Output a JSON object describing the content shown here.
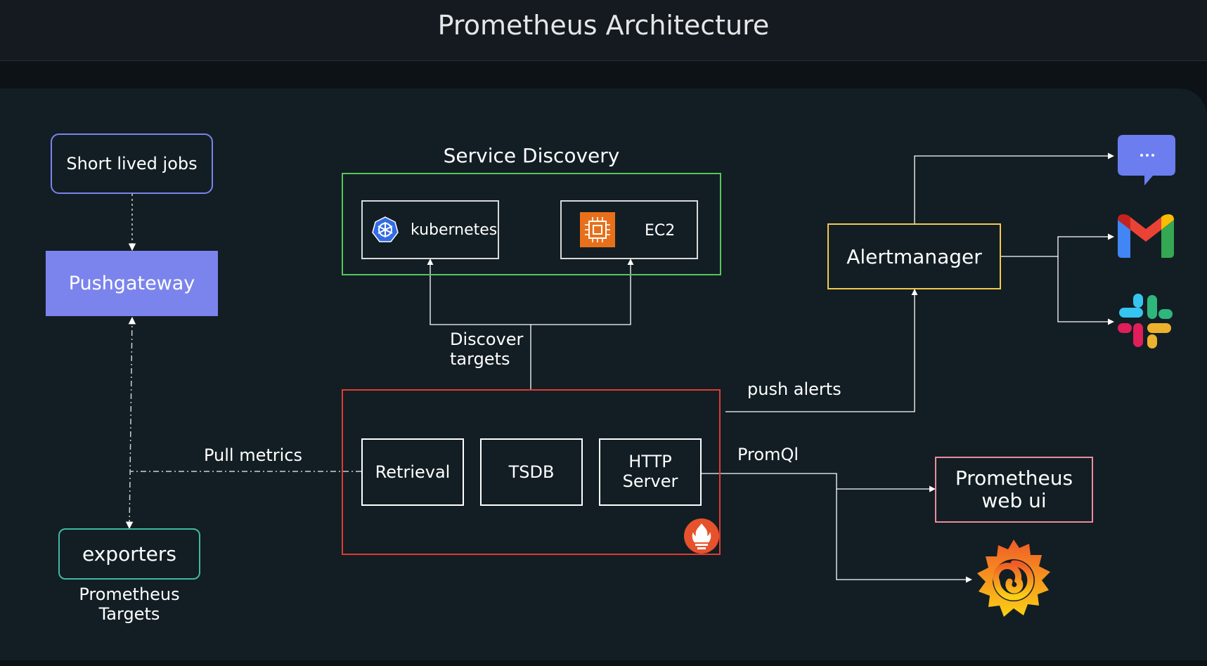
{
  "title": "Prometheus Architecture",
  "nodes": {
    "short_lived_jobs": "Short lived jobs",
    "pushgateway": "Pushgateway",
    "exporters": "exporters",
    "service_discovery": "Service Discovery",
    "kubernetes": "kubernetes",
    "ec2": "EC2",
    "retrieval": "Retrieval",
    "tsdb": "TSDB",
    "http_server_line1": "HTTP",
    "http_server_line2": "Server",
    "alertmanager": "Alertmanager",
    "prometheus_web_ui_line1": "Prometheus",
    "prometheus_web_ui_line2": "web ui"
  },
  "labels": {
    "prometheus_targets_line1": "Prometheus",
    "prometheus_targets_line2": "Targets",
    "discover_targets_line1": "Discover",
    "discover_targets_line2": "targets",
    "pull_metrics": "Pull metrics",
    "push_alerts": "push alerts",
    "promql": "PromQl"
  },
  "icons": {
    "kubernetes": "kubernetes-icon",
    "ec2": "ec2-chip-icon",
    "prometheus": "prometheus-logo-icon",
    "chat": "chat-bubble-icon",
    "gmail": "gmail-icon",
    "slack": "slack-icon",
    "grafana": "grafana-icon"
  },
  "colors": {
    "background": "#121e24",
    "pushgateway_fill": "#7b84ec",
    "short_lived_border": "#7b84ec",
    "exporters_border": "#3fb8a2",
    "service_discovery_border": "#58c45a",
    "prometheus_server_border": "#e03b31",
    "alertmanager_border": "#f2c94c",
    "web_ui_border": "#f08aa0",
    "ec2_orange": "#e8701a",
    "kubernetes_blue": "#326ce5"
  }
}
